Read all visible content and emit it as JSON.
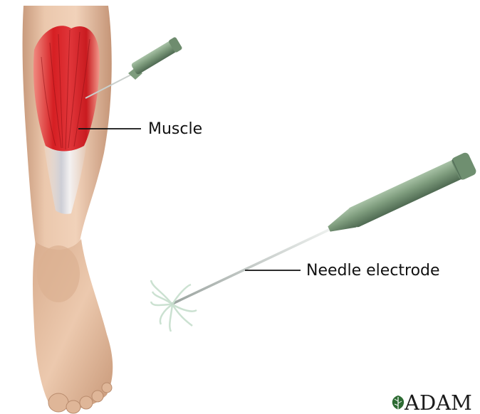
{
  "labels": {
    "muscle": "Muscle",
    "needle_electrode": "Needle electrode"
  },
  "logo": {
    "text": "ADAM"
  },
  "colors": {
    "background": "#ffffff",
    "skin": "#e4bfa2",
    "muscle": "#d8282a",
    "tendon": "#d6dbe6",
    "electrode_handle": "#7f9f7f",
    "needle": "#c2c9c6",
    "wire_tips": "#cfe3d4",
    "leader_line": "#111111"
  },
  "icons": {
    "logo_mark": "leaf-icon"
  }
}
